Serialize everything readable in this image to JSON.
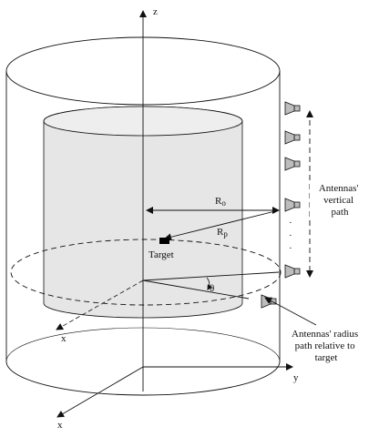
{
  "axes": {
    "z": "z",
    "y": "y",
    "x_outer": "x",
    "x_inner": "x"
  },
  "labels": {
    "ro_main": "R",
    "ro_sub": "o",
    "rp_main": "R",
    "rp_sub": "p",
    "theta": "θ",
    "target": "Target",
    "dots": "·"
  },
  "annotations": {
    "vertical_path": [
      "Antennas'",
      "vertical",
      "path"
    ],
    "radius_path": [
      "Antennas' radius",
      "path relative to",
      "target"
    ]
  },
  "colors": {
    "stroke": "#111111",
    "inner_cylinder_fill": "#e6e6e6",
    "antenna_fill": "#bdbdbd",
    "target_fill": "#000000"
  },
  "icons": {
    "antenna": "horn-antenna-icon",
    "target": "target-marker-icon"
  }
}
